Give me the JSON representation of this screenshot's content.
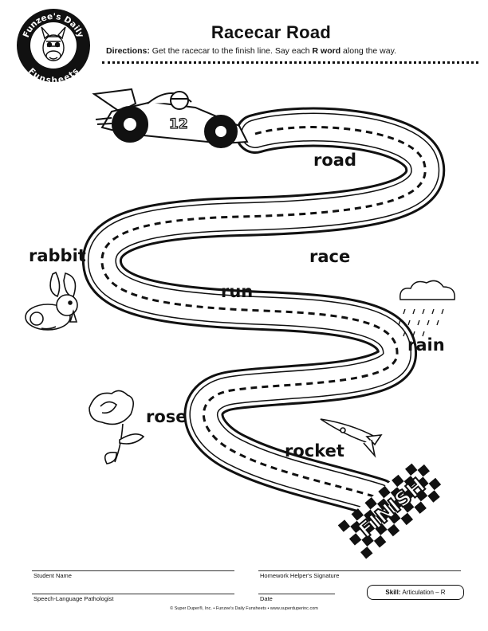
{
  "header": {
    "logo_text_top": "Funzee's Daily",
    "logo_text_bottom": "Funsheets",
    "title": "Racecar Road",
    "directions_label": "Directions:",
    "directions_text_1": " Get the racecar to the finish line. Say each ",
    "directions_bold": "R word",
    "directions_text_2": " along the way."
  },
  "car": {
    "number": "12"
  },
  "words": [
    "road",
    "rabbit",
    "race",
    "run",
    "rain",
    "rose",
    "rocket"
  ],
  "finish": {
    "label": "FINISH"
  },
  "footer": {
    "student_name": "Student Name",
    "helper_signature": "Homework Helper's Signature",
    "slp": "Speech-Language Pathologist",
    "date": "Date",
    "skill_label": "Skill:",
    "skill_value": "Articulation – R",
    "copyright": "© Super Duper®, Inc. • Funzee's Daily Funsheets • www.superduperinc.com"
  }
}
